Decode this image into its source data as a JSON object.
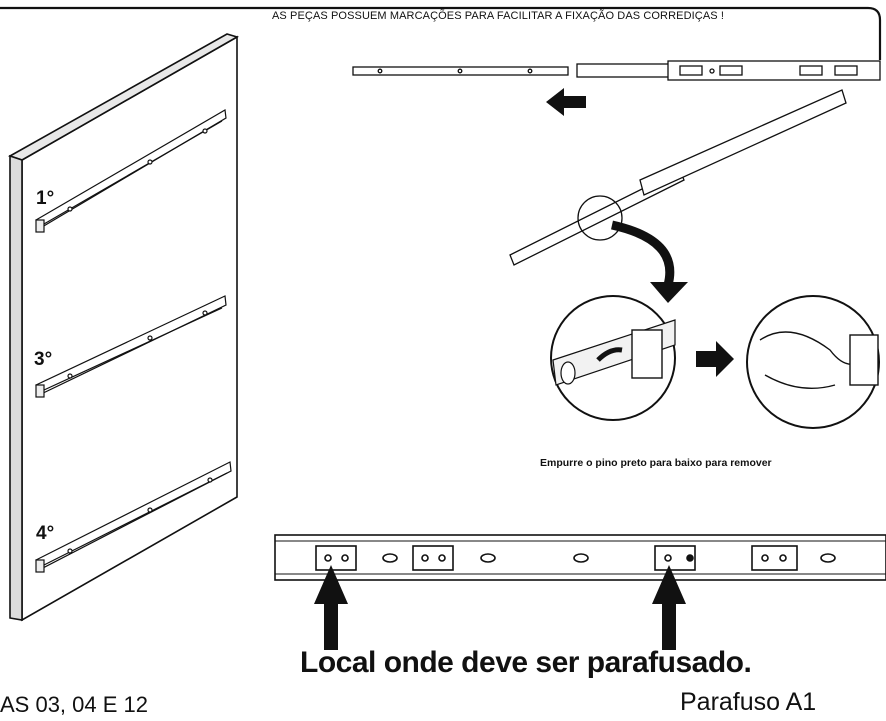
{
  "header_note": "AS PEÇAS POSSUEM MARCAÇÕES PARA FACILITAR A FIXAÇÃO DAS CORREDIÇAS !",
  "panel_positions": [
    "1°",
    "3°",
    "4°"
  ],
  "detail_caption": "Empurre o pino preto para baixo para remover",
  "screw_location_label": "Local onde deve ser parafusado.",
  "screw_name": "Parafuso A1",
  "pages_reference": "AS 03, 04  E 12"
}
